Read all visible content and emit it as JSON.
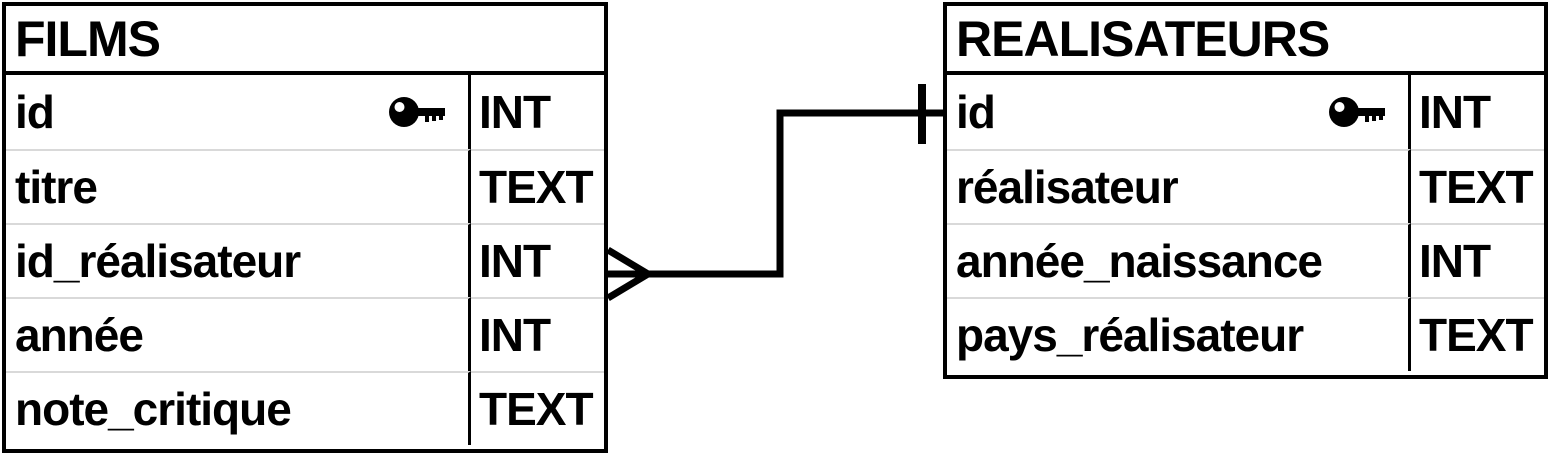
{
  "diagram": {
    "type": "entity-relationship-schema",
    "colors": {
      "background": "#ffffff",
      "border": "#000000",
      "text": "#000000",
      "row_separator": "#d9d9d9"
    },
    "tables": [
      {
        "name": "FILMS",
        "columns": [
          {
            "name": "id",
            "type": "INT",
            "primary_key": true
          },
          {
            "name": "titre",
            "type": "TEXT",
            "primary_key": false
          },
          {
            "name": "id_réalisateur",
            "type": "INT",
            "primary_key": false
          },
          {
            "name": "année",
            "type": "INT",
            "primary_key": false
          },
          {
            "name": "note_critique",
            "type": "TEXT",
            "primary_key": false
          }
        ]
      },
      {
        "name": "REALISATEURS",
        "columns": [
          {
            "name": "id",
            "type": "INT",
            "primary_key": true
          },
          {
            "name": "réalisateur",
            "type": "TEXT",
            "primary_key": false
          },
          {
            "name": "année_naissance",
            "type": "INT",
            "primary_key": false
          },
          {
            "name": "pays_réalisateur",
            "type": "TEXT",
            "primary_key": false
          }
        ]
      }
    ],
    "relationship": {
      "from_table": "FILMS",
      "from_column": "id_réalisateur",
      "from_cardinality": "many",
      "to_table": "REALISATEURS",
      "to_column": "id",
      "to_cardinality": "one"
    }
  }
}
